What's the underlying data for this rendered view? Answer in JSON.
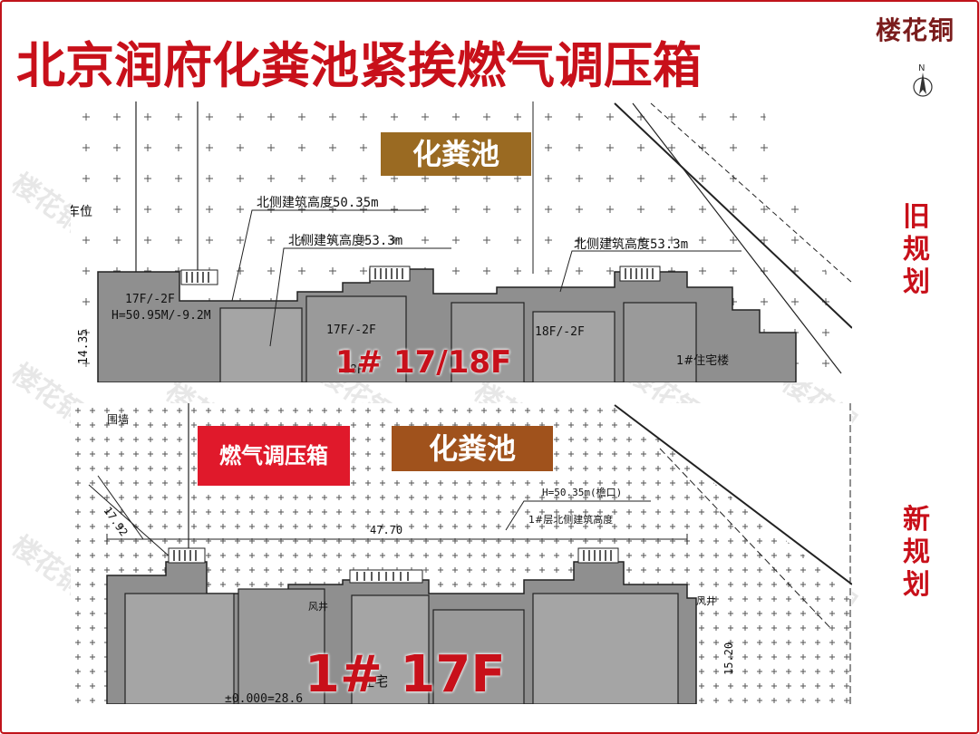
{
  "header": {
    "title": "北京润府化粪池紧挨燃气调压箱",
    "logo_text": "楼花铜",
    "north_letter": "N"
  },
  "old_plan": {
    "side_label": [
      "旧",
      "规",
      "划"
    ],
    "tag_septic": "化粪池",
    "building_label": "1# 17/18F",
    "drawing_text": {
      "height_a": "北侧建筑高度50.35m",
      "height_b": "北侧建筑高度53.3m",
      "height_c": "北侧建筑高度53.3m",
      "floor_a": "17F/-2F",
      "floor_a_h": "H=50.95M/-9.2M",
      "floor_b": "17F/-2F",
      "floor_c": "18F/-2F",
      "floor_d": "18F",
      "residence": "1#住宅楼",
      "dim_side": "14.35",
      "left_edge": "车位"
    }
  },
  "new_plan": {
    "side_label": [
      "新",
      "规",
      "划"
    ],
    "tag_gas": "燃气调压箱",
    "tag_septic": "化粪池",
    "building_label": "1# 17F",
    "drawing_text": {
      "dim_width": "47.70",
      "dim_diag": "17.92",
      "dim_side": "15.20",
      "height_note": "H=50.35m(檐口)",
      "height_note2": "1#层北侧建筑高度",
      "residence": "住宅",
      "elev": "±0.000=28.6",
      "left_edge": "围墙",
      "shaft_a": "风井",
      "shaft_b": "风井"
    }
  },
  "colors": {
    "brand_red": "#c8101a",
    "septic_tag": "#9a6a22",
    "septic_tag_new": "#a0521c",
    "gas_tag": "#e0192b",
    "building_fill": "#8f8f8f",
    "line": "#2a2a2a"
  }
}
